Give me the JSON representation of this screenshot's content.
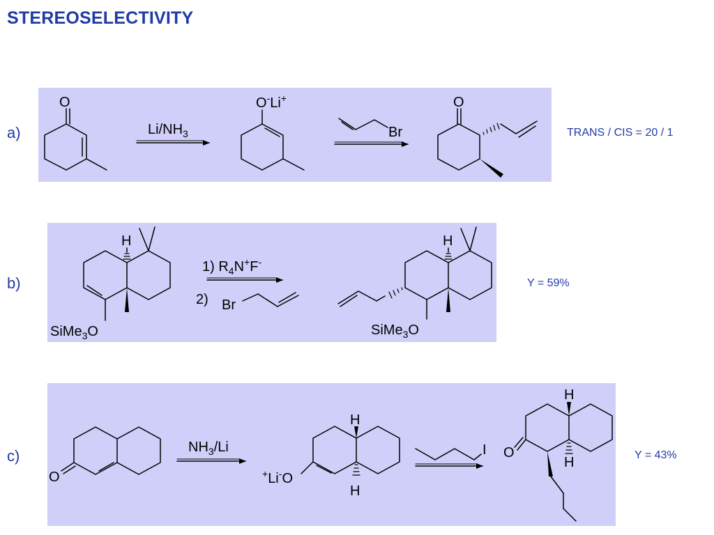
{
  "title": "STEREOSELECTIVITY",
  "colors": {
    "accent": "#1f3aa6",
    "panel": "#cfcff9"
  },
  "rows": {
    "a": {
      "label": "a)",
      "result": "TRANS / CIS =  20 / 1",
      "reagent1": "Li/NH",
      "reagent1_sub": "3",
      "reagent2": "Br",
      "enolate_O": "O",
      "enolate_minus": "-",
      "enolate_Li": "Li",
      "enolate_plus": "+",
      "ketone_O": "O"
    },
    "b": {
      "label": "b)",
      "result": "Y =  59%",
      "step1_prefix": "1) R",
      "step1_sub": "4",
      "step1_N": "N",
      "step1_plus": "+",
      "step1_F": "F",
      "step1_minus": "-",
      "step2_prefix": "2)",
      "step2_Br": "Br",
      "H": "H",
      "silyl": "SiMe",
      "silyl_sub": "3",
      "silyl_O": "O"
    },
    "c": {
      "label": "c)",
      "result": "Y =  43%",
      "reagent1": "NH",
      "reagent1_sub": "3",
      "reagent1_rest": "/Li",
      "reagent2": "I",
      "ketone_O": "O",
      "enolate_plus": "+",
      "enolate_Li": "Li",
      "enolate_minus": "-",
      "enolate_O": "O",
      "H": "H"
    }
  }
}
